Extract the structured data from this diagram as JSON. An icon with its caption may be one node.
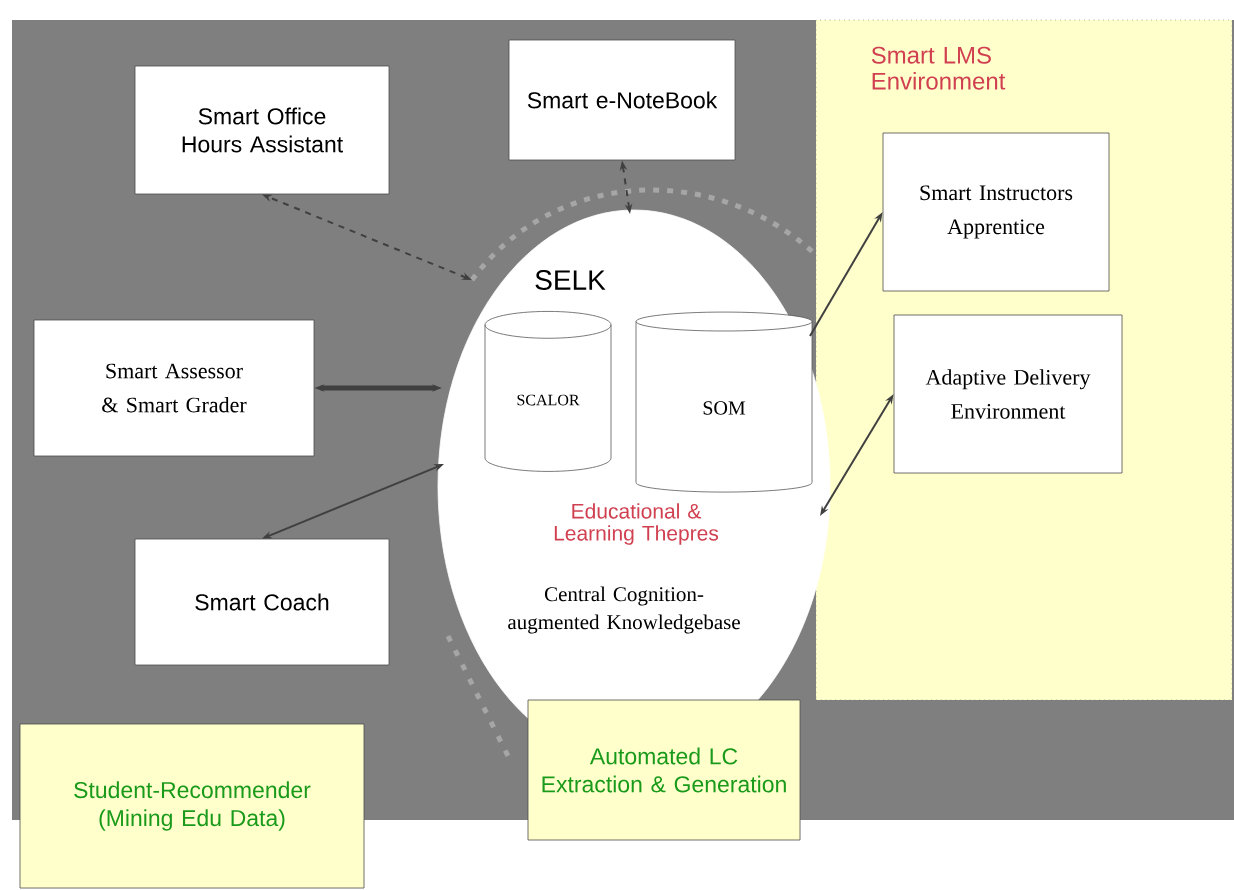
{
  "diagram": {
    "nodes": [
      {
        "text": [
          "Smart LMS Environment"
        ]
      },
      {
        "text": [
          "Smart Office Hours Assistant"
        ]
      },
      {
        "text": [
          "Smart e-NoteBook"
        ]
      },
      {
        "text": [
          "SELK",
          "Educational & Learning Thepres",
          "Central Cognition-augmented Knowledgebase"
        ]
      },
      {
        "text": [
          "SCALOR"
        ],
        "in": 3
      },
      {
        "text": [
          "SOM"
        ],
        "in": 3
      },
      {
        "text": [
          "Smart Instructors Apprentice"
        ],
        "in": 0
      },
      {
        "text": [
          "Adaptive Delivery Environment"
        ],
        "in": 0
      },
      {
        "text": [
          "Smart Assessor & Smart Grader"
        ]
      },
      {
        "text": [
          "Smart Coach"
        ]
      },
      {
        "text": [
          "Student-Recommender (Mining Edu Data)"
        ]
      },
      {
        "text": [
          "Automated LC Extraction & Generation"
        ]
      }
    ],
    "edges": [
      {
        "from": 3,
        "to": 1,
        "arrow": "both",
        "style": "dashed"
      },
      {
        "from": 3,
        "to": 2,
        "arrow": "both",
        "style": "dashed"
      },
      {
        "from": 3,
        "to": 8,
        "arrow": "both",
        "style": "thick"
      },
      {
        "from": 3,
        "to": 9,
        "arrow": "both"
      },
      {
        "from": 3,
        "to": 6,
        "arrow": "to"
      },
      {
        "from": 3,
        "to": 7,
        "arrow": "both"
      }
    ]
  }
}
